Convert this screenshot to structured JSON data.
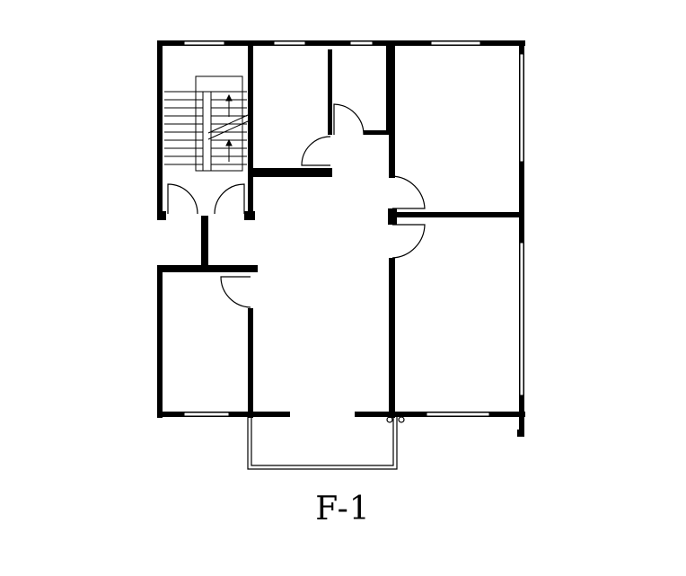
{
  "caption": "F-1",
  "colors": {
    "ink": "#000000",
    "paper": "#ffffff"
  },
  "elements": {
    "walls": "exterior-and-interior-walls",
    "windows": "window-openings",
    "doors": "door-swing-arcs",
    "stair": "staircase",
    "balcony": "balcony-railing"
  }
}
